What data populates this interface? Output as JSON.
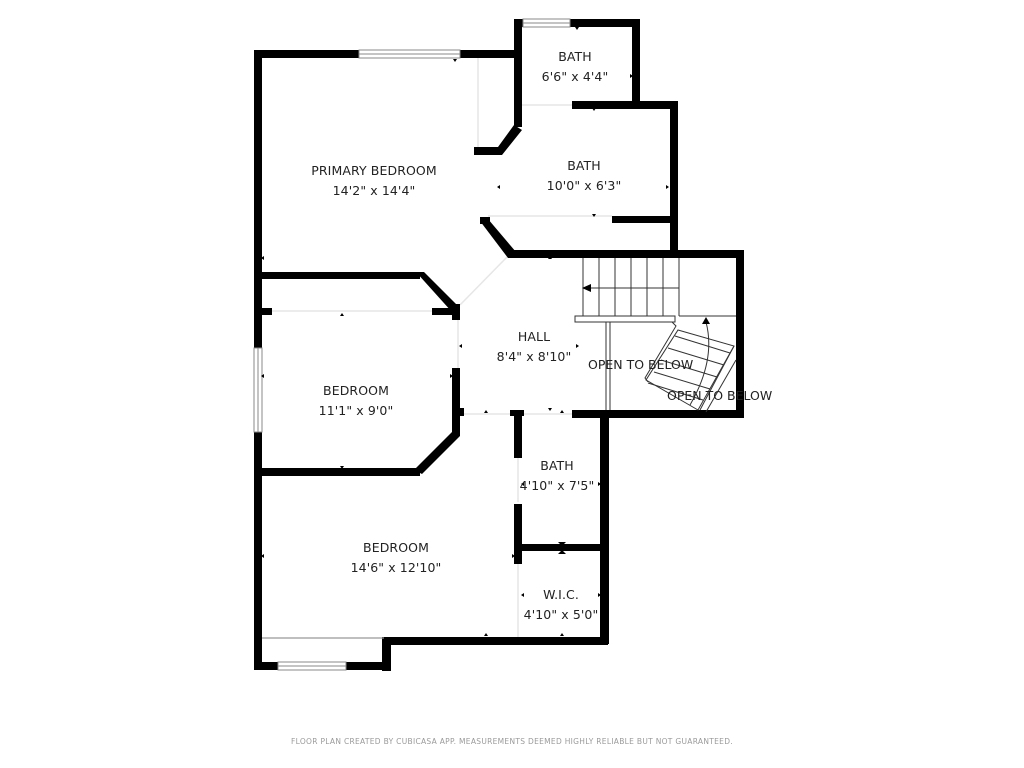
{
  "plan": {
    "wall_color": "#000000",
    "background": "#ffffff",
    "rooms": [
      {
        "id": "primary-bedroom",
        "name": "PRIMARY BEDROOM",
        "dimensions": "14'2\" x 14'4\""
      },
      {
        "id": "bath-small",
        "name": "BATH",
        "dimensions": "6'6\" x 4'4\""
      },
      {
        "id": "bath-primary",
        "name": "BATH",
        "dimensions": "10'0\" x 6'3\""
      },
      {
        "id": "hall",
        "name": "HALL",
        "dimensions": "8'4\" x 8'10\""
      },
      {
        "id": "bedroom-middle",
        "name": "BEDROOM",
        "dimensions": "11'1\" x 9'0\""
      },
      {
        "id": "bath-hall",
        "name": "BATH",
        "dimensions": "4'10\" x 7'5\""
      },
      {
        "id": "bedroom-bottom",
        "name": "BEDROOM",
        "dimensions": "14'6\" x 12'10\""
      },
      {
        "id": "wic",
        "name": "W.I.C.",
        "dimensions": "4'10\" x 5'0\""
      }
    ],
    "open_to_below": [
      "OPEN TO BELOW",
      "OPEN TO BELOW"
    ]
  },
  "footer": {
    "disclaimer": "FLOOR PLAN CREATED BY CUBICASA APP. MEASUREMENTS DEEMED HIGHLY RELIABLE BUT NOT GUARANTEED."
  }
}
